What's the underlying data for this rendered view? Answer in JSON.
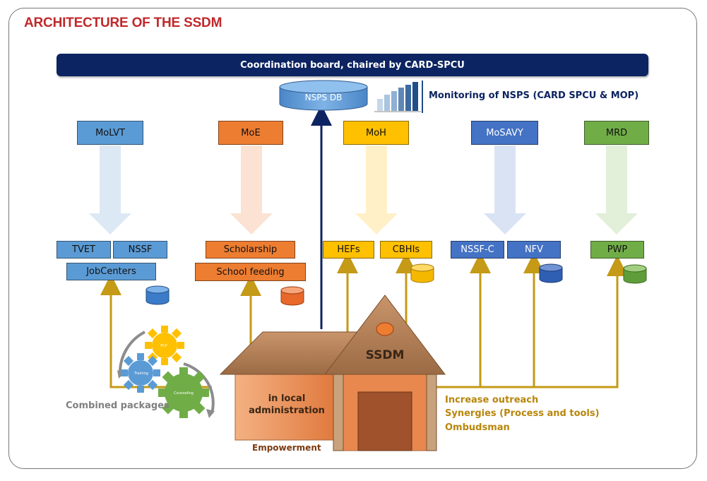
{
  "title": "ARCHITECTURE OF THE SSDM",
  "board": "Coordination board, chaired by CARD-SPCU",
  "db_label": "NSPS DB",
  "monitoring": "Monitoring of NSPS (CARD SPCU & MOP)",
  "ministries": [
    "MoLVT",
    "MoE",
    "MoH",
    "MoSAVY",
    "MRD"
  ],
  "programs": {
    "tvet": "TVET",
    "nssf": "NSSF",
    "jobcenters": "JobCenters",
    "scholarship": "Scholarship",
    "school_feeding": "School feeding",
    "hefs": "HEFs",
    "cbhis": "CBHIs",
    "nssf_c": "NSSF-C",
    "nfv": "NFV",
    "pwp": "PWP"
  },
  "house": {
    "roof_label": "SSDM",
    "local_admin": "in local\nadministration",
    "empowerment": "Empowerment"
  },
  "gears": {
    "label": "Combined packages",
    "small": "PCP",
    "medium": "Training",
    "large": "Counseling"
  },
  "outreach": [
    "Increase outreach",
    "Synergies (Process and tools)",
    "Ombudsman"
  ],
  "colors": {
    "title": "#c0282a",
    "board": "#0c2461",
    "gold_line": "#c49a16",
    "blue": "#5b9bd5",
    "dark_blue": "#4472c4",
    "orange": "#ed7d31",
    "yellow": "#ffc000",
    "green": "#70ad47",
    "house_wall": "#e8884e"
  }
}
